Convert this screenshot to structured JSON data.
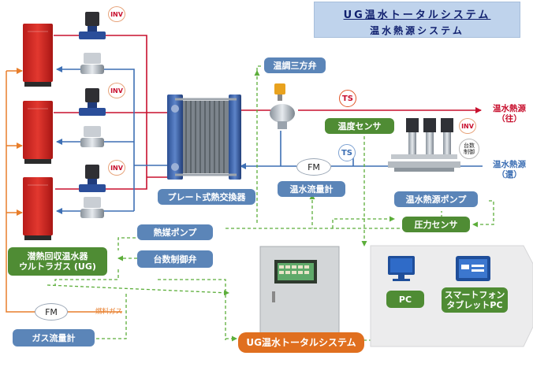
{
  "title": {
    "line1": "UG温水トータルシステム",
    "line2": "温水熱源システム"
  },
  "labels": {
    "mixing_valve": "温調三方弁",
    "temp_sensor": "温度センサ",
    "plate_hx": "プレート式熱交換器",
    "flowmeter_water": "温水流量計",
    "hot_water_pump": "温水熱源ポンプ",
    "pressure_sensor": "圧力センサ",
    "heat_medium_pump": "熱媒ポンプ",
    "unit_control_valve": "台数制御弁",
    "ug_heater_line1": "潜熱回収温水器",
    "ug_heater_line2": "ウルトラガス (UG)",
    "gas_flowmeter": "ガス流量計",
    "ug_system": "UG温水トータルシステム",
    "pc": "PC",
    "smartphone_line1": "スマートフォン",
    "smartphone_line2": "タブレットPC"
  },
  "callouts": {
    "hot_supply_line1": "温水熱源",
    "hot_supply_line2": "（往）",
    "hot_return_line1": "温水熱源",
    "hot_return_line2": "（還）",
    "fuel_gas": "燃料ガス",
    "unit_control_line1": "台数",
    "unit_control_line2": "制御"
  },
  "badges": {
    "inv": "INV",
    "ts": "TS",
    "fm": "FM"
  },
  "colors": {
    "supply_line": "#c8102e",
    "return_line": "#3d6fb4",
    "gas_line": "#e87e2b",
    "signal_line": "#5cae3a",
    "label_blue": "#5b85b8",
    "label_green": "#4f8c34",
    "label_orange": "#e06f1f",
    "heater_red": "#d42a26"
  },
  "icons": {
    "heater": "gas-water-heater-icon",
    "pump": "inline-pump-icon",
    "valve": "motorized-valve-icon",
    "hx": "plate-heat-exchanger-icon",
    "three_way": "three-way-valve-icon",
    "pump_set": "booster-pump-set-icon",
    "panel": "control-panel-icon",
    "monitor": "desktop-monitor-icon",
    "tablet": "tablet-icon"
  }
}
